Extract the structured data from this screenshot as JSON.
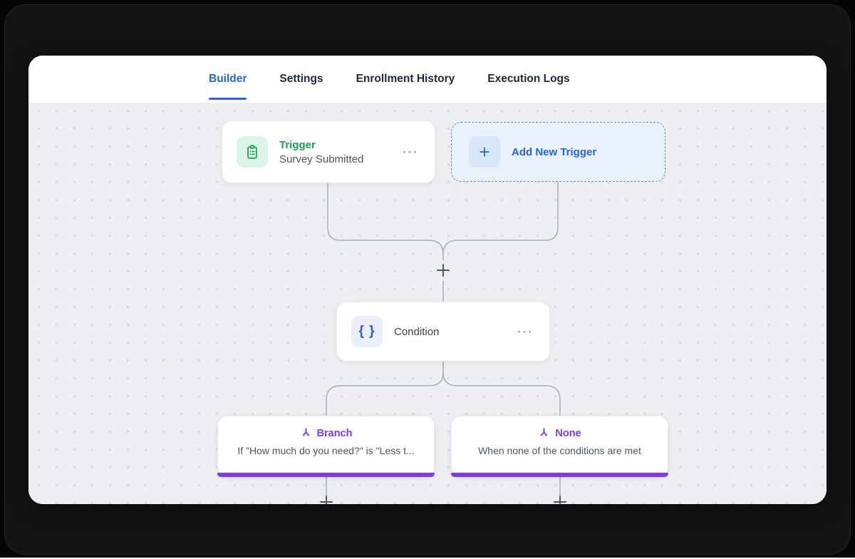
{
  "tabs": [
    {
      "label": "Builder",
      "active": true
    },
    {
      "label": "Settings",
      "active": false
    },
    {
      "label": "Enrollment History",
      "active": false
    },
    {
      "label": "Execution Logs",
      "active": false
    }
  ],
  "canvas": {
    "trigger_node": {
      "title": "Trigger",
      "subtitle": "Survey Submitted",
      "menu_glyph": "···",
      "icon": "clipboard-icon"
    },
    "add_trigger": {
      "plus_glyph": "+",
      "label": "Add New Trigger"
    },
    "condition_node": {
      "icon_glyph": "{ }",
      "label": "Condition",
      "menu_glyph": "···"
    },
    "branch_node": {
      "title": "Branch",
      "description": "If \"How much do you need?\" is \"Less t..."
    },
    "none_node": {
      "title": "None",
      "description": "When none of the conditions are met"
    },
    "add_step_plus": "+"
  },
  "colors": {
    "accent_blue": "#2563eb",
    "trigger_green": "#16a34a",
    "branch_purple": "#7c3aed",
    "canvas_bg": "#edeff3",
    "frame_dark": "#141416"
  }
}
